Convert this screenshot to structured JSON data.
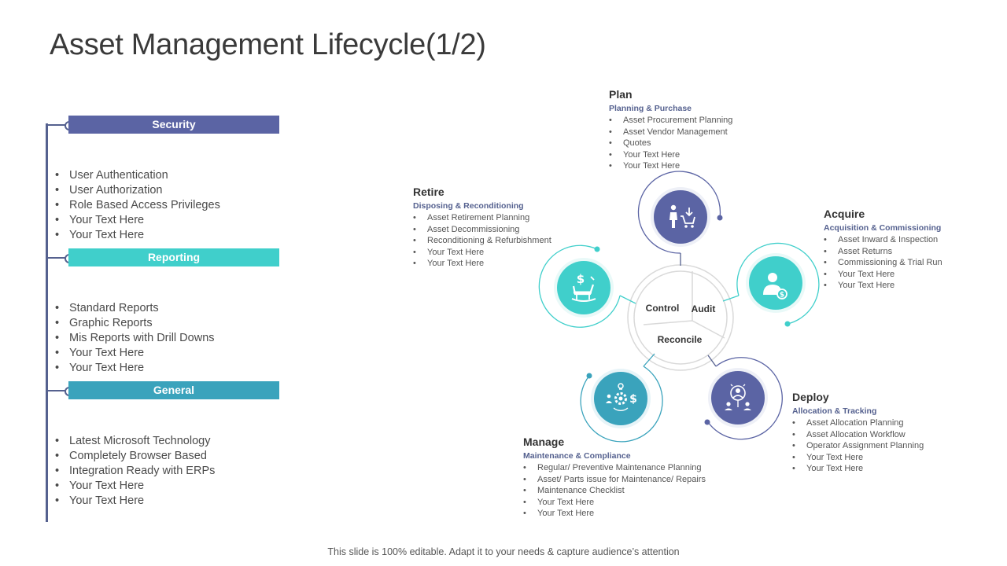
{
  "title": "Asset Management Lifecycle(1/2)",
  "colors": {
    "navy": "#5b64a4",
    "teal": "#40cfcb",
    "blue": "#3aa3bc",
    "line": "#55618f"
  },
  "sections": [
    {
      "label": "Security",
      "color": "#5b64a4",
      "items": [
        "User Authentication",
        "User Authorization",
        "Role Based Access Privileges",
        "Your Text Here",
        "Your Text Here"
      ]
    },
    {
      "label": "Reporting",
      "color": "#40cfcb",
      "items": [
        "Standard Reports",
        "Graphic Reports",
        "Mis Reports with Drill Downs",
        "Your Text Here",
        "Your Text Here"
      ]
    },
    {
      "label": "General",
      "color": "#3aa3bc",
      "items": [
        "Latest Microsoft Technology",
        "Completely Browser Based",
        "Integration Ready with ERPs",
        "Your Text Here",
        "Your Text Here"
      ]
    }
  ],
  "center": {
    "left": "Control",
    "right": "Audit",
    "bottom": "Reconcile"
  },
  "stages": {
    "plan": {
      "title": "Plan",
      "subtitle": "Planning & Purchase",
      "icon": "shopping-cart-person-icon",
      "items": [
        "Asset Procurement Planning",
        "Asset Vendor Management",
        "Quotes",
        "Your Text Here",
        "Your Text Here"
      ]
    },
    "acquire": {
      "title": "Acquire",
      "subtitle": "Acquisition & Commissioning",
      "icon": "person-dollar-icon",
      "items": [
        "Asset Inward & Inspection",
        "Asset Returns",
        "Commissioning  & Trial Run",
        "Your Text Here",
        "Your Text Here"
      ]
    },
    "deploy": {
      "title": "Deploy",
      "subtitle": "Allocation & Tracking",
      "icon": "network-team-icon",
      "items": [
        "Asset Allocation Planning",
        "Asset Allocation Workflow",
        "Operator Assignment Planning",
        "Your Text Here",
        "Your Text Here"
      ]
    },
    "manage": {
      "title": "Manage",
      "subtitle": "Maintenance & Compliance",
      "icon": "gear-idea-dollar-icon",
      "items": [
        "Regular/ Preventive Maintenance Planning",
        "Asset/ Parts issue  for Maintenance/ Repairs",
        "Maintenance Checklist",
        "Your Text Here",
        "Your Text Here"
      ]
    },
    "retire": {
      "title": "Retire",
      "subtitle": "Disposing  & Reconditioning",
      "icon": "rocking-chair-dollar-icon",
      "items": [
        "Asset Retirement Planning",
        "Asset Decommissioning",
        "Reconditioning  & Refurbishment",
        "Your Text Here",
        "Your Text Here"
      ]
    }
  },
  "footer": "This slide is 100% editable. Adapt it to your needs & capture audience’s attention"
}
